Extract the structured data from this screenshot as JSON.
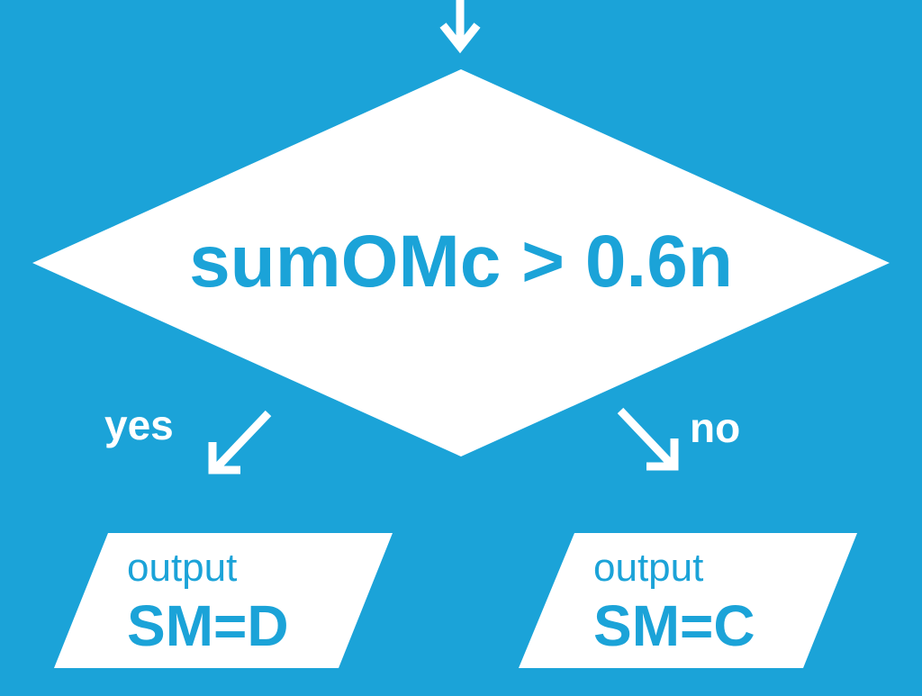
{
  "colors": {
    "background": "#1ba3d8",
    "shape_fill": "#ffffff",
    "shape_text": "#1ba3d8",
    "label_text": "#ffffff"
  },
  "decision": {
    "condition": "sumOMc > 0.6n"
  },
  "branches": {
    "yes_label": "yes",
    "no_label": "no"
  },
  "outputs": {
    "left": {
      "caption": "output",
      "value": "SM=D"
    },
    "right": {
      "caption": "output",
      "value": "SM=C"
    }
  }
}
